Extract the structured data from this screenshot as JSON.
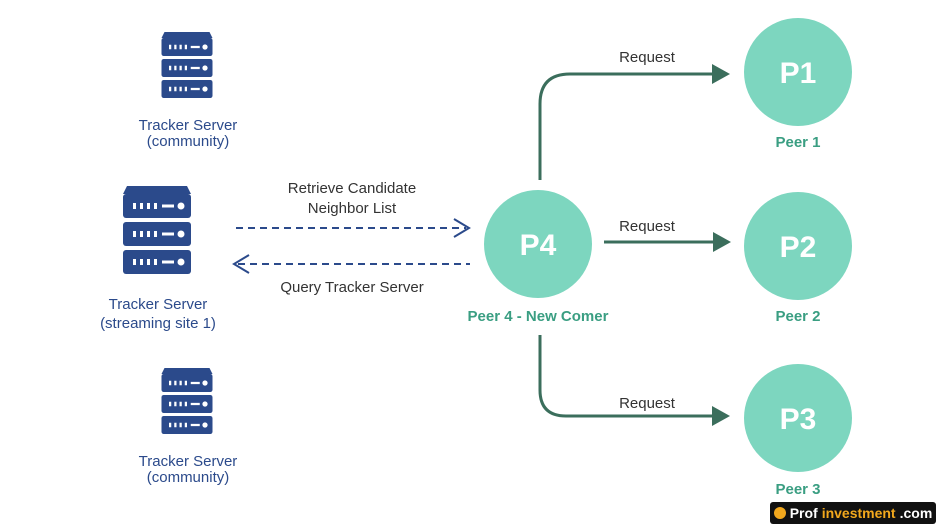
{
  "colors": {
    "server": "#2b4a8b",
    "peer_fill": "#7dd6bf",
    "peer_label": "#3a9e82",
    "request_arrow": "#3b6e5c",
    "dashed_arrow": "#2b4a8b"
  },
  "servers": [
    {
      "line1": "Tracker Server",
      "line2": "(community)"
    },
    {
      "line1": "Tracker Server",
      "line2": "(streaming site 1)"
    },
    {
      "line1": "Tracker Server",
      "line2": "(community)"
    }
  ],
  "arrows": {
    "retrieve_line1": "Retrieve Candidate",
    "retrieve_line2": "Neighbor List",
    "query": "Query Tracker Server",
    "request_1": "Request",
    "request_2": "Request",
    "request_3": "Request"
  },
  "peers": {
    "p4": {
      "node": "P4",
      "label": "Peer 4 - New Comer"
    },
    "p1": {
      "node": "P1",
      "label": "Peer 1"
    },
    "p2": {
      "node": "P2",
      "label": "Peer 2"
    },
    "p3": {
      "node": "P3",
      "label": "Peer 3"
    }
  },
  "watermark": {
    "part1": "Prof",
    "part2": "investment",
    "part3": ".com"
  }
}
